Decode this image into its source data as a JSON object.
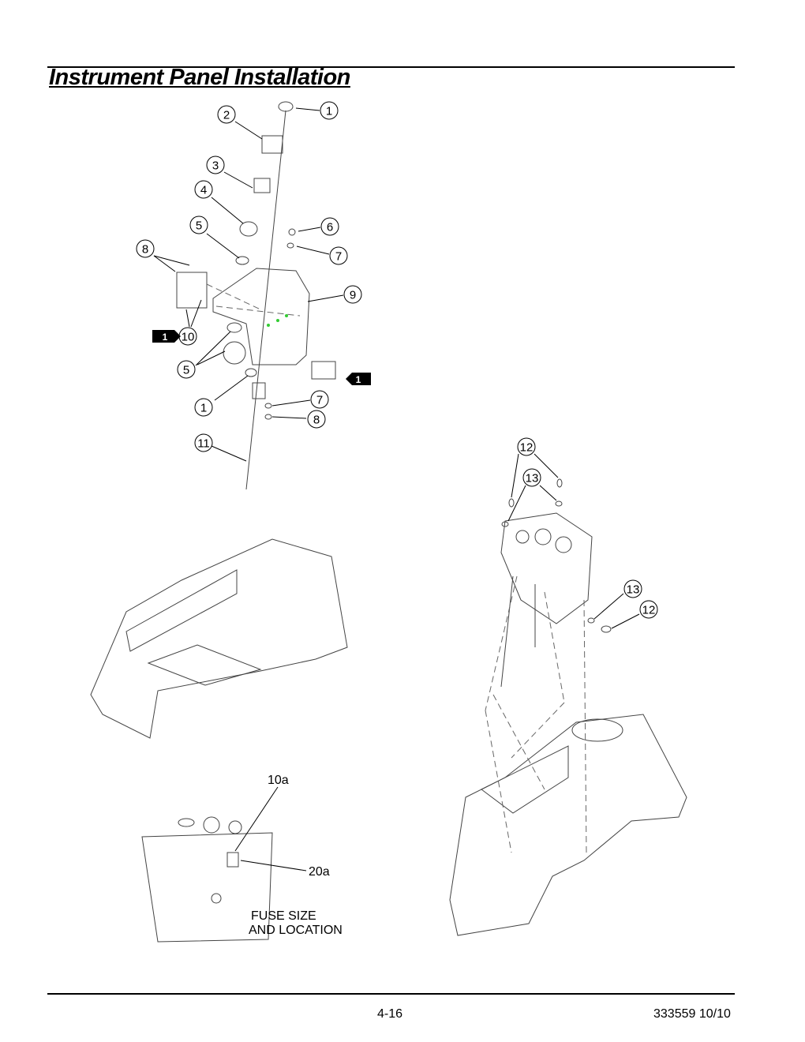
{
  "title": "Instrument Panel Installation",
  "footer": {
    "page": "4-16",
    "doc": "333559 10/10"
  },
  "callouts": {
    "c1a": "1",
    "c2": "2",
    "c3": "3",
    "c4": "4",
    "c5a": "5",
    "c6": "6",
    "c7a": "7",
    "c8a": "8",
    "c9": "9",
    "c10": "10",
    "c5b": "5",
    "c1b": "1",
    "c7b": "7",
    "c8b": "8",
    "c11": "11",
    "c12a": "12",
    "c13a": "13",
    "c13b": "13",
    "c12b": "12"
  },
  "ref_tags": {
    "left": "1",
    "right": "1"
  },
  "fuse": {
    "label_top": "10a",
    "label_side": "20a",
    "caption_line1": "FUSE SIZE",
    "caption_line2": "AND LOCATION"
  }
}
